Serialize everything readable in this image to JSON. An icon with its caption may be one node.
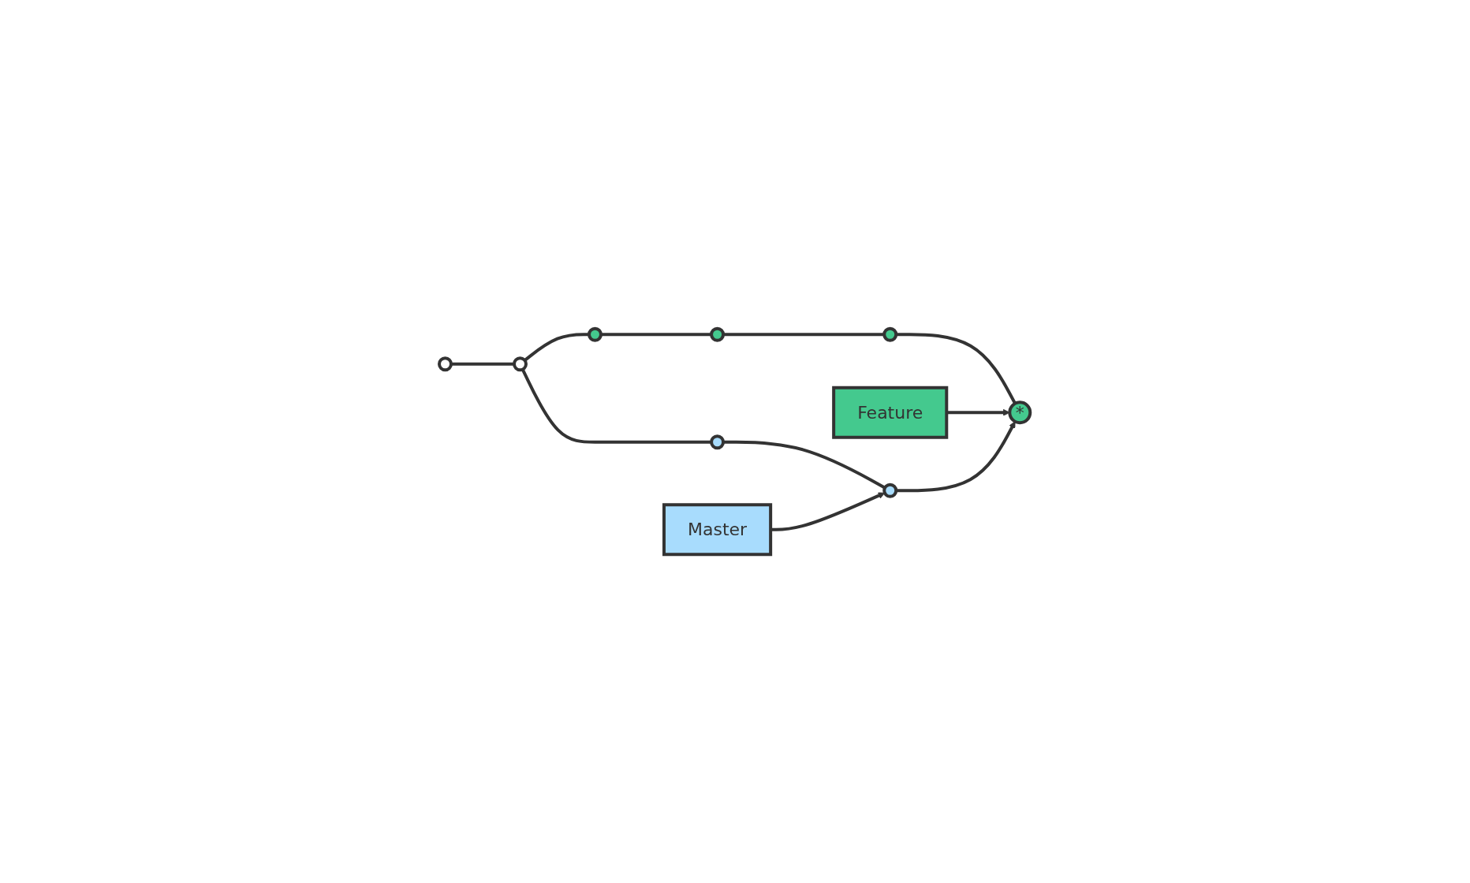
{
  "diagram": {
    "nodes": [
      {
        "text": [],
        "shape": "circle"
      },
      {
        "text": [],
        "shape": "circle"
      },
      {
        "text": [],
        "shape": "circle"
      },
      {
        "text": [],
        "shape": "circle"
      },
      {
        "text": [],
        "shape": "circle"
      },
      {
        "text": [
          "*"
        ]
      },
      {
        "text": [],
        "shape": "circle"
      },
      {
        "text": [],
        "shape": "circle"
      },
      {
        "text": [
          "Feature"
        ]
      },
      {
        "text": [
          "Master"
        ]
      }
    ],
    "edges": [
      {
        "from": 0,
        "to": 1,
        "arrow": "none"
      },
      {
        "from": 1,
        "to": 2,
        "arrow": "none"
      },
      {
        "from": 1,
        "to": 6,
        "arrow": "none"
      },
      {
        "from": 2,
        "to": 3,
        "arrow": "none"
      },
      {
        "from": 3,
        "to": 4,
        "arrow": "none"
      },
      {
        "from": 4,
        "to": 5,
        "arrow": "none"
      },
      {
        "from": 6,
        "to": 7,
        "arrow": "none"
      },
      {
        "from": 8,
        "to": 5,
        "arrow": "to"
      },
      {
        "from": 9,
        "to": 7,
        "arrow": "to"
      },
      {
        "from": 7,
        "to": 5,
        "arrow": "to"
      }
    ]
  }
}
